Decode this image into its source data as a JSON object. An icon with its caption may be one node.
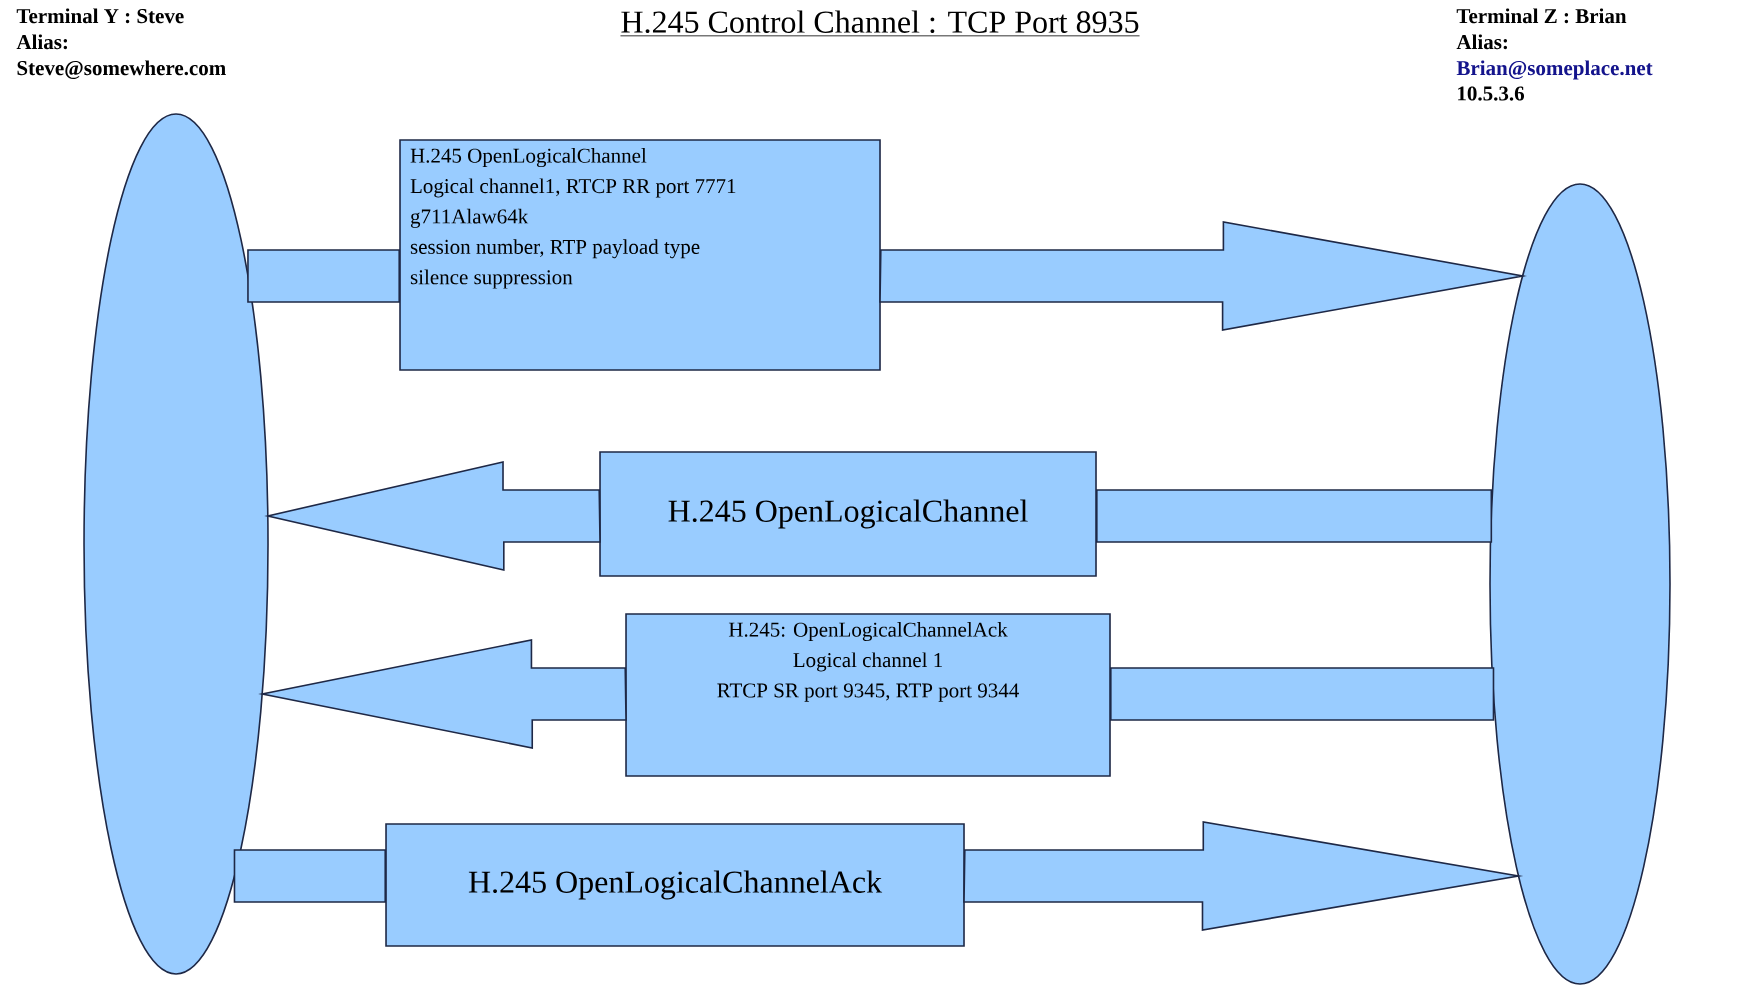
{
  "diagram": {
    "title": "H.245 Control Channel : TCP Port 8935",
    "nodes": [
      {
        "text": [],
        "shape": "ellipse",
        "beside": [
          "Terminal Y : Steve",
          "Alias:",
          "Steve@somewhere.com"
        ]
      },
      {
        "text": [],
        "shape": "ellipse",
        "beside": [
          "Terminal Z : Brian",
          "Alias:",
          "Brian@someplace.net",
          "10.5.3.6"
        ]
      },
      {
        "text": [
          "H.245 OpenLogicalChannel",
          "Logical channel1, RTCP RR port 7771",
          "g711Alaw64k",
          "session number, RTP payload type",
          "silence suppression"
        ]
      },
      {
        "text": [
          "H.245 OpenLogicalChannel"
        ]
      },
      {
        "text": [
          "H.245: OpenLogicalChannelAck",
          "Logical channel 1",
          "RTCP SR port 9345, RTP port 9344"
        ]
      },
      {
        "text": [
          "H.245 OpenLogicalChannelAck"
        ]
      }
    ],
    "edges": [
      {
        "from": 0,
        "to": 2,
        "arrow": "none"
      },
      {
        "from": 2,
        "to": 1,
        "arrow": "to"
      },
      {
        "from": 1,
        "to": 3,
        "arrow": "none"
      },
      {
        "from": 3,
        "to": 0,
        "arrow": "to"
      },
      {
        "from": 1,
        "to": 4,
        "arrow": "none"
      },
      {
        "from": 4,
        "to": 0,
        "arrow": "to"
      },
      {
        "from": 0,
        "to": 5,
        "arrow": "none"
      },
      {
        "from": 5,
        "to": 1,
        "arrow": "to"
      }
    ]
  }
}
